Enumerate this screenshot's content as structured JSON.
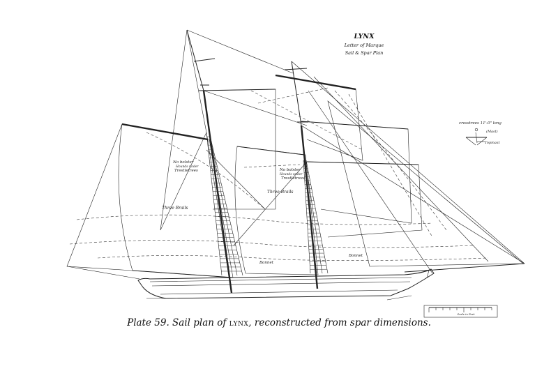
{
  "plate_title": {
    "name": "LYNX",
    "line2": "Letter of Marque",
    "line3": "Sail & Spar Plan"
  },
  "annotations": {
    "no_bolster_main": "No bolster",
    "no_bolster_main_2": "Hounds under",
    "no_bolster_main_3": "Trestletrees",
    "no_bolster_fore": "No bolster",
    "no_bolster_fore_2": "Hounds under",
    "no_bolster_fore_3": "Trestletrees",
    "three_brails_left": "Three Brails",
    "three_brails_right": "Three Brails",
    "bonnet_1": "Bonnet",
    "bonnet_2": "Bonnet"
  },
  "crosstree_detail": {
    "label": "crosstrees 11'-0\" long",
    "mast": "(Mast)",
    "topmast": "Topmast"
  },
  "scale": {
    "label": "Scale in Feet"
  },
  "caption": {
    "prefix": "Plate 59. Sail plan of ",
    "ship": "lynx",
    "suffix": ", reconstructed from spar dimensions."
  }
}
